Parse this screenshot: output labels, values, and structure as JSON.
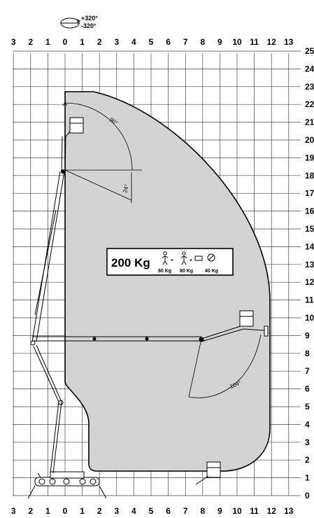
{
  "rotation": {
    "plus": "+320°",
    "minus": "-320°"
  },
  "axes": {
    "top_x": [
      "3",
      "2",
      "1",
      "0",
      "1",
      "2",
      "3",
      "4",
      "5",
      "6",
      "7",
      "8",
      "9",
      "10",
      "11",
      "12",
      "13"
    ],
    "bottom_x": [
      "3",
      "2",
      "1",
      "0",
      "1",
      "2",
      "3",
      "4",
      "5",
      "6",
      "7",
      "8",
      "9",
      "10",
      "11",
      "12",
      "13"
    ],
    "y": [
      "0",
      "1",
      "2",
      "3",
      "4",
      "5",
      "6",
      "7",
      "8",
      "9",
      "10",
      "11",
      "12",
      "13",
      "14",
      "15",
      "16",
      "17",
      "18",
      "19",
      "20",
      "21",
      "22",
      "23",
      "24",
      "25"
    ]
  },
  "angles": {
    "top_arc": "90°",
    "top_tilt": "24°",
    "jib_arc": "104°"
  },
  "capacity": {
    "total": "200 Kg",
    "loads": [
      "80 Kg",
      "80 Kg",
      "40 Kg"
    ]
  },
  "colors": {
    "envelope_fill": "#d3d3d3",
    "grid": "#333333"
  }
}
